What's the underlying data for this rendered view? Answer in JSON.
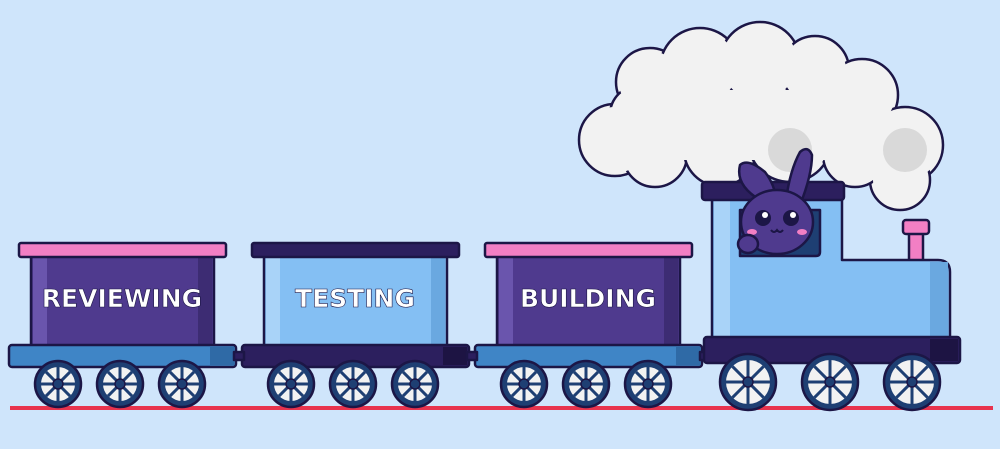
{
  "cars": [
    {
      "label": "REVIEWING"
    },
    {
      "label": "TESTING"
    },
    {
      "label": "BUILDING"
    }
  ],
  "colors": {
    "background": "#cfe5fb",
    "rail": "#e8334d",
    "purple": "#4f3a8e",
    "dark_navy": "#2c1f5e",
    "light_blue": "#84bff3",
    "mid_blue": "#3f85c6",
    "pink": "#f27fc4",
    "cloud": "#f2f2f2",
    "wheel": "#1e3f73"
  },
  "icons": [
    "rabbit-conductor",
    "smoke-cloud",
    "locomotive",
    "wheel"
  ]
}
